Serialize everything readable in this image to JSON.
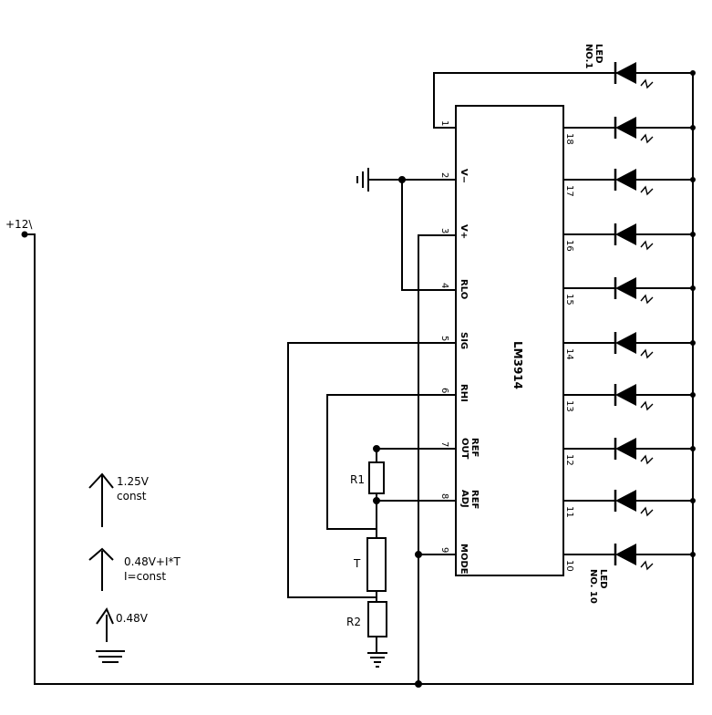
{
  "supply": {
    "label": "+12\\"
  },
  "ic": {
    "name": "LM3914",
    "left_pins": [
      {
        "num": "1",
        "signal": ""
      },
      {
        "num": "2",
        "signal": "V−"
      },
      {
        "num": "3",
        "signal": "V+"
      },
      {
        "num": "4",
        "signal": "RLO"
      },
      {
        "num": "5",
        "signal": "SIG"
      },
      {
        "num": "6",
        "signal": "RHI"
      },
      {
        "num": "7",
        "signal": "REF OUT"
      },
      {
        "num": "8",
        "signal": "REF ADJ"
      },
      {
        "num": "9",
        "signal": "MODE"
      }
    ],
    "right_pins": [
      "18",
      "17",
      "16",
      "15",
      "14",
      "13",
      "12",
      "11",
      "10"
    ]
  },
  "leds": {
    "first_label": "LED NO.1",
    "last_label": "LED NO. 10"
  },
  "components": {
    "r1": "R1",
    "t": "T",
    "r2": "R2"
  },
  "annotations": [
    {
      "line1": "1.25V",
      "line2": "const"
    },
    {
      "line1": "0.48V+I*T",
      "line2": "I=const"
    },
    {
      "line1": "0.48V",
      "line2": ""
    }
  ]
}
